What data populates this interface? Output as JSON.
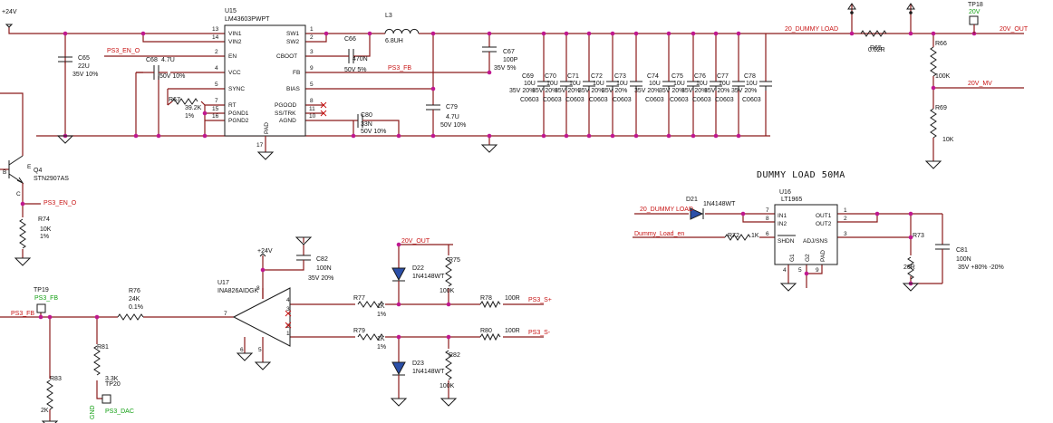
{
  "nets": {
    "plus24v_top": "+24V",
    "plus24v_amp": "+24V",
    "ps3_en_o_a": "PS3_EN_O",
    "ps3_en_o_b": "PS3_EN_O",
    "ps3_fb_a": "PS3_FB",
    "ps3_fb_b": "PS3_FB",
    "dummy_load_a": "20_DUMMY LOAD",
    "dummy_load_b": "20_DUMMY LOAD",
    "v20_out_a": "20V_OUT",
    "v20_out_b": "20V_OUT",
    "v20_mv": "20V_MV",
    "ps3_s_plus": "PS3_S+",
    "ps3_s_minus": "PS3_S-",
    "dummy_load_en": "Dummy_Load_en"
  },
  "texts": {
    "dummy_title": "DUMMY LOAD 50MA",
    "gnd_label": "GND"
  },
  "u15": {
    "ref": "U15",
    "part": "LM43603PWPT",
    "left_pins": [
      {
        "num": "13",
        "name": "VIN1"
      },
      {
        "num": "14",
        "name": "VIN2"
      },
      {
        "num": "2",
        "name": "EN"
      },
      {
        "num": "4",
        "name": "VCC"
      },
      {
        "num": "5",
        "name": "SYNC"
      },
      {
        "num": "7",
        "name": "RT"
      },
      {
        "num": "15",
        "name": "PGND1"
      },
      {
        "num": "16",
        "name": "PGND2"
      }
    ],
    "right_pins": [
      {
        "num": "1",
        "name": "SW1"
      },
      {
        "num": "2",
        "name": "SW2"
      },
      {
        "num": "3",
        "name": "CBOOT"
      },
      {
        "num": "9",
        "name": "FB"
      },
      {
        "num": "5",
        "name": "BIAS"
      },
      {
        "num": "8",
        "name": "PGOOD"
      },
      {
        "num": "11",
        "name": "SS/TRK"
      },
      {
        "num": "10",
        "name": "AGND"
      }
    ],
    "pad_name": "PAD",
    "pad_num": "17"
  },
  "u16": {
    "ref": "U16",
    "part": "LT1965",
    "pins": {
      "in1_num": "7",
      "in1": "IN1",
      "in2_num": "8",
      "in2": "IN2",
      "out1": "OUT1",
      "out1_num": "1",
      "out2": "OUT2",
      "out2_num": "2",
      "shdn": "SHDN",
      "shdn_num": "6",
      "adj": "ADJ/SNS",
      "adj_num": "3",
      "g1": "G1",
      "g1_num": "4",
      "g2": "G2",
      "g2_num": "5",
      "pad": "PAD",
      "pad_num": "9"
    }
  },
  "u17": {
    "ref": "U17",
    "part": "INA826AIDGK",
    "pins": {
      "in": "7",
      "v_plus": "8",
      "out_p": "4",
      "x1": "3",
      "x2": "2",
      "out_n": "1",
      "g1": "6",
      "g2": "5"
    }
  },
  "q4": {
    "ref": "Q4",
    "part": "STN2907AS",
    "pin_b": "B",
    "pin_c": "C",
    "pin_e": "E"
  },
  "inductor": {
    "ref": "L3",
    "value": "6.8UH"
  },
  "diodes": [
    {
      "ref": "D21",
      "part": "1N4148WT"
    },
    {
      "ref": "D22",
      "part": "1N4148WT"
    },
    {
      "ref": "D23",
      "part": "1N4148WT"
    }
  ],
  "resistors": [
    {
      "ref": "R65",
      "value": "0.02R"
    },
    {
      "ref": "R66",
      "value": "100K"
    },
    {
      "ref": "R69",
      "value": "10K"
    },
    {
      "ref": "R67",
      "value": "39.2K",
      "tol": "1%"
    },
    {
      "ref": "R74",
      "value": "10K",
      "tol": "1%"
    },
    {
      "ref": "R76",
      "value": "24K",
      "tol": "0.1%"
    },
    {
      "ref": "R81",
      "value": "3.3K"
    },
    {
      "ref": "R83",
      "value": "2K"
    },
    {
      "ref": "R77",
      "value": "1K",
      "tol": "1%"
    },
    {
      "ref": "R79",
      "value": "1K",
      "tol": "1%"
    },
    {
      "ref": "R78",
      "value": "100R"
    },
    {
      "ref": "R80",
      "value": "100R"
    },
    {
      "ref": "R75",
      "value": "100K"
    },
    {
      "ref": "R82",
      "value": "100K"
    },
    {
      "ref": "R72",
      "value": "1K"
    },
    {
      "ref": "R73",
      "value": "20R"
    }
  ],
  "caps_misc": [
    {
      "ref": "C65",
      "value": "22U",
      "rating": "35V 10%"
    },
    {
      "ref": "C68",
      "value": "4.7U",
      "rating": "50V 10%"
    },
    {
      "ref": "C66",
      "value": "470N",
      "rating": "50V 5%"
    },
    {
      "ref": "C67",
      "value": "100P",
      "rating": "35V 5%"
    },
    {
      "ref": "C79",
      "value": "4.7U",
      "rating": "50V 10%"
    },
    {
      "ref": "C80",
      "value": "33N",
      "rating": "50V 10%"
    },
    {
      "ref": "C82",
      "value": "100N",
      "rating": "35V 20%"
    },
    {
      "ref": "C81",
      "value": "100N",
      "rating": "35V +80% -20%"
    }
  ],
  "out_caps": [
    {
      "ref": "C69",
      "value": "10U",
      "rating": "35V 20%",
      "pkg": "C0603"
    },
    {
      "ref": "C70",
      "value": "10U",
      "rating": "35V 20%",
      "pkg": "C0603"
    },
    {
      "ref": "C71",
      "value": "10U",
      "rating": "35V 20%",
      "pkg": "C0603"
    },
    {
      "ref": "C72",
      "value": "10U",
      "rating": "35V 20%",
      "pkg": "C0603"
    },
    {
      "ref": "C73",
      "value": "10U",
      "rating": "35V 20%",
      "pkg": "C0603"
    },
    {
      "ref": "C74",
      "value": "10U",
      "rating": "35V 20%",
      "pkg": "C0603"
    },
    {
      "ref": "C75",
      "value": "10U",
      "rating": "35V 20%",
      "pkg": "C0603"
    },
    {
      "ref": "C76",
      "value": "10U",
      "rating": "35V 20%",
      "pkg": "C0603"
    },
    {
      "ref": "C77",
      "value": "10U",
      "rating": "35V 20%",
      "pkg": "C0603"
    },
    {
      "ref": "C78",
      "value": "10U",
      "rating": "35V 20%",
      "pkg": "C0603"
    }
  ],
  "testpoints": [
    {
      "ref": "TP18",
      "net": "20V"
    },
    {
      "ref": "TP19",
      "net": "PS3_FB"
    },
    {
      "ref": "TP20",
      "net": "PS3_DAC"
    }
  ],
  "colors": {
    "wire": "#8b1a1a",
    "net_label": "#c81414",
    "testpoint_net": "#14a014",
    "junction": "#c01890",
    "component": "#1a1a1a"
  }
}
